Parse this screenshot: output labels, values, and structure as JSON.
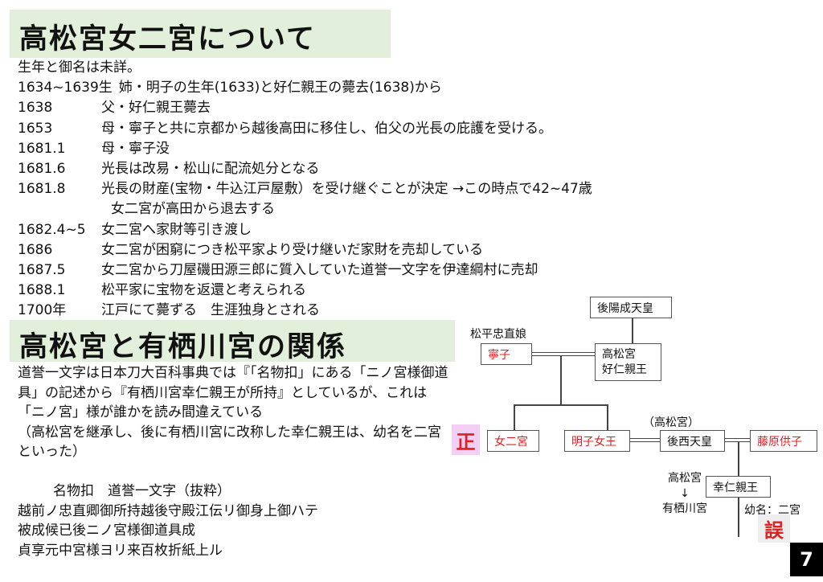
{
  "section1": {
    "title": "高松宮女二宮について",
    "intro": "生年と御名は未詳。",
    "timeline": [
      {
        "year": "1634~1639生",
        "text": "姉・明子の生年(1633)と好仁親王の薨去(1638)から"
      },
      {
        "year": "1638",
        "text": "父・好仁親王薨去"
      },
      {
        "year": "1653",
        "text": "母・寧子と共に京都から越後高田に移住し、伯父の光長の庇護を受ける。"
      },
      {
        "year": "1681.1",
        "text": "母・寧子没"
      },
      {
        "year": "1681.6",
        "text": "光長は改易・松山に配流処分となる"
      },
      {
        "year": "1681.8",
        "text": "光長の財産(宝物・牛込江戸屋敷）を受け継ぐことが決定 →この時点で42~47歳"
      },
      {
        "year": "",
        "text": "女二宮が高田から退去する"
      },
      {
        "year": "1682.4~5",
        "text": "女二宮へ家財等引き渡し"
      },
      {
        "year": "1686",
        "text": "女二宮が困窮につき松平家より受け継いだ家財を売却している"
      },
      {
        "year": "1687.5",
        "text": "女二宮から刀屋磯田源三郎に質入していた道誉一文字を伊達綱村に売却"
      },
      {
        "year": "1688.1",
        "text": "松平家に宝物を返還と考えられる"
      },
      {
        "year": "1700年",
        "text": "江戸にて薨ずる　生涯独身とされる"
      }
    ]
  },
  "section2": {
    "title": "高松宮と有栖川宮の関係",
    "paragraph": [
      "道誉一文字は日本刀大百科事典では『「名物扣」にある「ニノ宮様御道具」の記述から『有栖川宮幸仁親王が所持』としているが、これは「ニノ宮」様が誰かを読み間違えている",
      "（高松宮を継承し、後に有栖川宮に改称した幸仁親王は、幼名を二宮といった）"
    ],
    "quote_title": "名物扣　道誉一文字（抜粋）",
    "quote_lines": [
      "越前ノ忠直卿御所持越後守殿江伝リ御身上御ハテ",
      "被成候已後ニノ宮様御道具成",
      "貞享元中宮様ヨリ来百枚折紙上ル"
    ]
  },
  "diagram": {
    "go_yozei": "後陽成天皇",
    "matsudaira_label": "松平忠直娘",
    "neiko": "寧子",
    "yoshihito_line1": "高松宮",
    "yoshihito_line2": "好仁親王",
    "onna_ninomiya": "女二宮",
    "akiko": "明子女王",
    "takamatsu_paren": "（高松宮）",
    "gosai": "後西天皇",
    "fujiwara": "藤原供子",
    "yukihito": "幸仁親王",
    "rename_from": "高松宮",
    "rename_arrow": "↓",
    "rename_to": "有栖川宮",
    "childhood_name": "幼名：二宮",
    "correct_mark": "正",
    "wrong_mark": "誤",
    "red_color": "#e02020"
  },
  "page_number": "7"
}
